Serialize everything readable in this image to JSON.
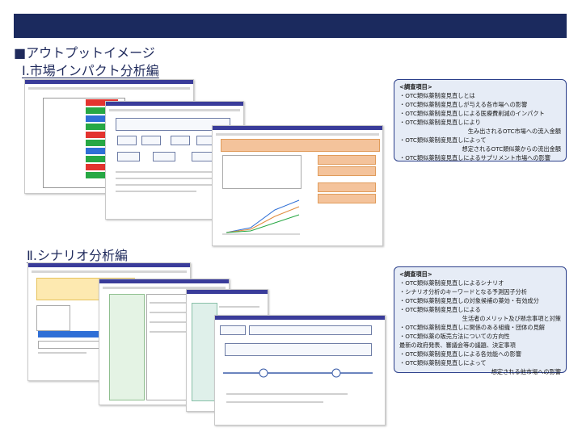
{
  "title": "■アウトプットイメージ",
  "section1": {
    "label": "Ⅰ.市場インパクト分析編"
  },
  "section2": {
    "label": "Ⅱ.シナリオ分析編"
  },
  "box1": {
    "heading": "<調査項目>",
    "items": [
      "・OTC類似薬制度見直しとは",
      "・OTC類似薬制度見直しが与える各市場への影響",
      "・OTC類似薬制度見直しによる医療費削減のインパクト",
      "・OTC類似薬制度見直しにより",
      "生み出されるOTC市場への流入金額",
      "・OTC類似薬制度見直しによって",
      "想定されるOTC類似薬からの流出金額",
      "・OTC類似薬制度見直しによるサプリメント市場への影響"
    ]
  },
  "box2": {
    "heading": "<調査項目>",
    "items": [
      "・OTC類似薬制度見直しによるシナリオ",
      "・シナリオ分析のキーワードとなる予測因子分析",
      "・OTC類似薬制度見直しの対象候補の薬効・有効成分",
      "・OTC類似薬制度見直しによる",
      "生活者のメリット及び懸念事項と対策",
      "・OTC類似薬制度見直しに関係のある組織・団体の見解",
      "・OTC類似薬の販売方法についての方向性",
      "最新の政府発表、審議会等の議題、決定事項",
      "・OTC類似薬制度見直しによる各効能への影響",
      "・OTC類似薬制度見直しによって",
      "想定される他市場への影響"
    ]
  }
}
